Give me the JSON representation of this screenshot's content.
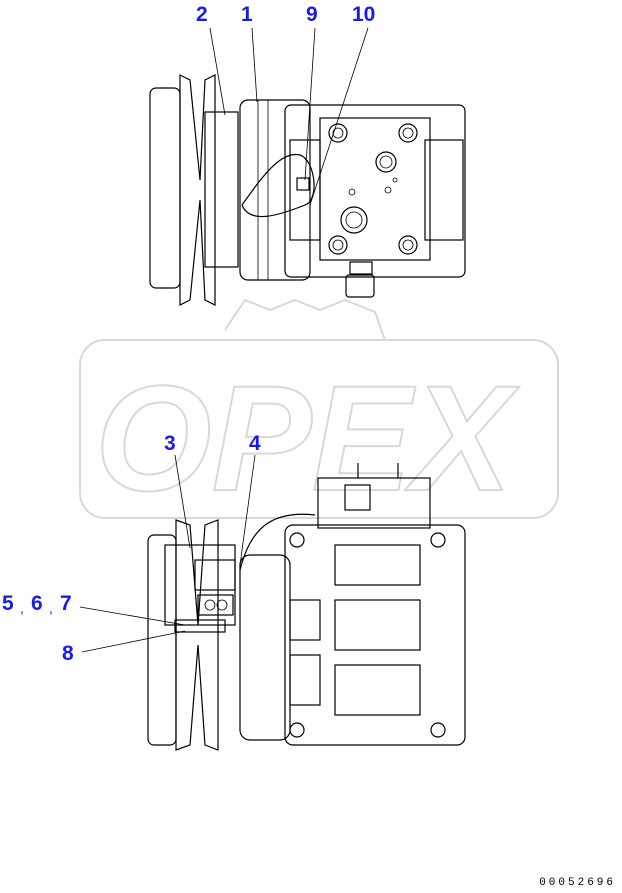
{
  "diagram": {
    "callouts": [
      {
        "id": "2",
        "label": "2"
      },
      {
        "id": "1",
        "label": "1"
      },
      {
        "id": "9",
        "label": "9"
      },
      {
        "id": "10",
        "label": "10"
      },
      {
        "id": "3",
        "label": "3"
      },
      {
        "id": "4",
        "label": "4"
      },
      {
        "id": "5",
        "label": "5"
      },
      {
        "id": "6",
        "label": "6"
      },
      {
        "id": "7",
        "label": "7"
      },
      {
        "id": "8",
        "label": "8"
      }
    ],
    "separator": ",",
    "drawing_code": "00052696",
    "watermark_text": "OPEX",
    "label_color": "#1a1aee"
  }
}
